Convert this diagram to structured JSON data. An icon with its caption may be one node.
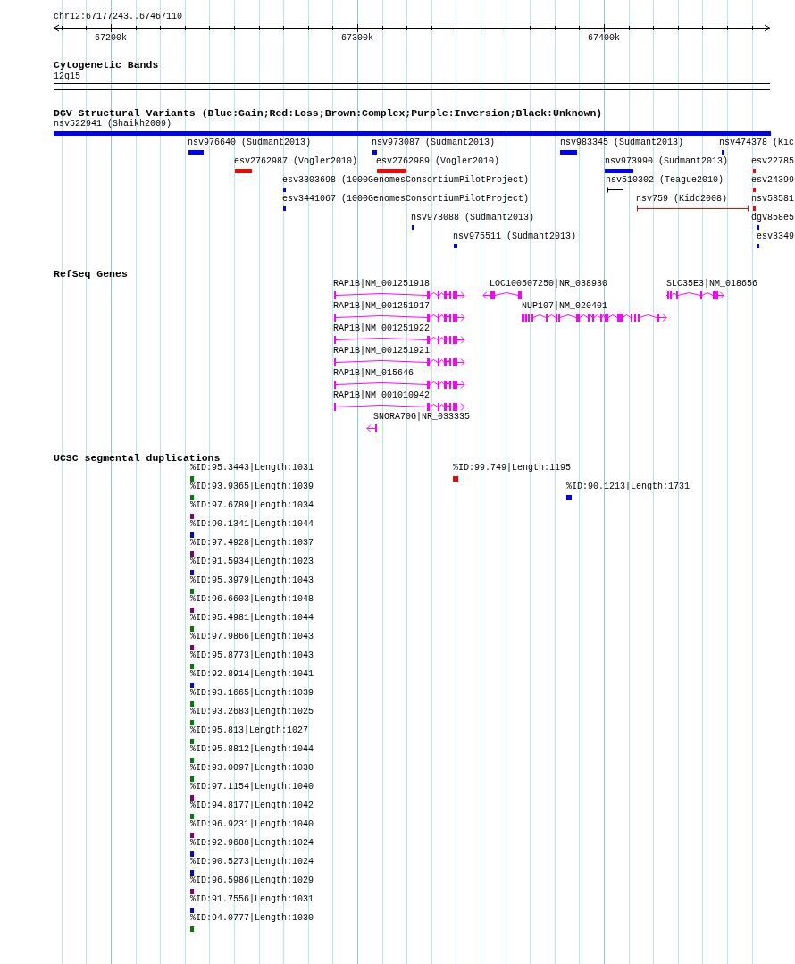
{
  "diagram": {
    "labels": [
      "chr12:67177243..67467110",
      "67200k",
      "67300k",
      "67400k",
      "Cytogenetic Bands",
      "12q15",
      "DGV Structural Variants (Blue:Gain;Red:Loss;Brown:Complex;Purple:Inversion;Black:Unknown)",
      "nsv522941 (Shaikh2009)",
      "nsv976640 (Sudmant2013)",
      "nsv973087 (Sudmant2013)",
      "nsv983345 (Sudmant2013)",
      "nsv474378 (Kic",
      "esv2762987 (Vogler2010)",
      "esv2762989 (Vogler2010)",
      "nsv973990 (Sudmant2013)",
      "esv22785",
      "esv3303698 (1000GenomesConsortiumPilotProject)",
      "nsv510302 (Teague2010)",
      "esv24399",
      "esv3441067 (1000GenomesConsortiumPilotProject)",
      "nsv759 (Kidd2008)",
      "nsv53581",
      "nsv973088 (Sudmant2013)",
      "dgv858e5",
      "nsv975511 (Sudmant2013)",
      "esv3349",
      "RefSeq Genes",
      "RAP1B|NM_001251918",
      "LOC100507250|NR_038930",
      "SLC35E3|NM_018656",
      "RAP1B|NM_001251917",
      "NUP107|NM_020401",
      "RAP1B|NM_001251922",
      "RAP1B|NM_001251921",
      "RAP1B|NM_015646",
      "RAP1B|NM_001010942",
      "SNORA70G|NR_033335",
      "UCSC segmental duplications",
      "%ID:95.3443|Length:1031",
      "%ID:99.749|Length:1195",
      "%ID:93.9365|Length:1039",
      "%ID:90.1213|Length:1731",
      "%ID:97.6789|Length:1034",
      "%ID:90.1341|Length:1044",
      "%ID:97.4928|Length:1037",
      "%ID:91.5934|Length:1023",
      "%ID:95.3979|Length:1043",
      "%ID:96.6603|Length:1048",
      "%ID:95.4981|Length:1044",
      "%ID:97.9866|Length:1043",
      "%ID:95.8773|Length:1043",
      "%ID:92.8914|Length:1041",
      "%ID:93.1665|Length:1039",
      "%ID:93.2683|Length:1025",
      "%ID:95.813|Length:1027",
      "%ID:95.8812|Length:1044",
      "%ID:93.0097|Length:1030",
      "%ID:97.1154|Length:1040",
      "%ID:94.8177|Length:1042",
      "%ID:96.9231|Length:1040",
      "%ID:92.9688|Length:1024",
      "%ID:90.5273|Length:1024",
      "%ID:96.5986|Length:1029",
      "%ID:91.7556|Length:1031",
      "%ID:94.0777|Length:1030"
    ]
  }
}
